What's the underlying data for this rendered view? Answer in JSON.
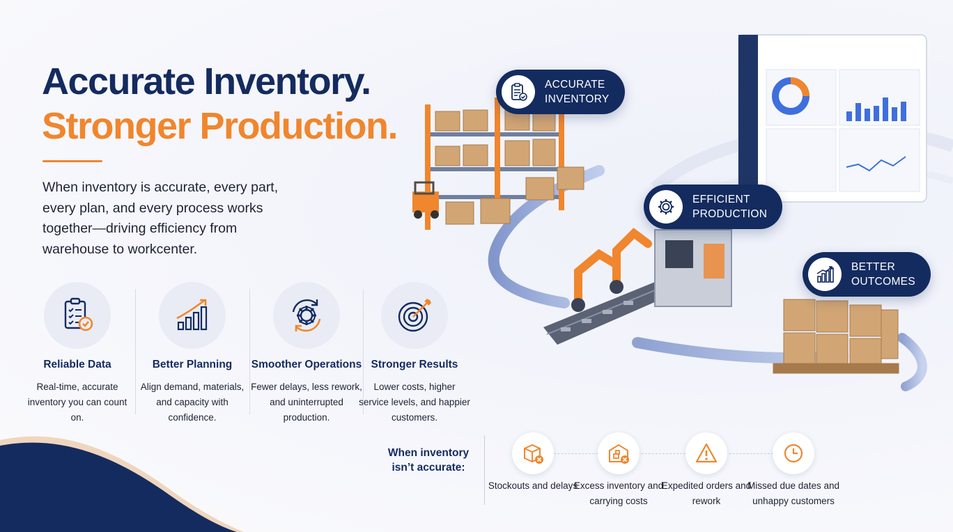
{
  "hero": {
    "title_line1": "Accurate Inventory.",
    "title_line2": "Stronger Production.",
    "body": "When inventory is accurate, every part, every plan, and every process works together—driving efficiency from warehouse to workcenter."
  },
  "benefits": [
    {
      "icon": "checklist-icon",
      "title": "Reliable Data",
      "desc": "Real-time, accurate inventory you can count on."
    },
    {
      "icon": "growth-chart-icon",
      "title": "Better Planning",
      "desc": "Align demand, materials, and capacity with confidence."
    },
    {
      "icon": "gear-cycle-icon",
      "title": "Smoother Operations",
      "desc": "Fewer delays, less rework, and uninterrupted production."
    },
    {
      "icon": "target-icon",
      "title": "Stronger Results",
      "desc": "Lower costs, higher service levels, and happier customers."
    }
  ],
  "inaccurate": {
    "label": "When inventory isn’t accurate:",
    "items": [
      {
        "icon": "box-x-icon",
        "desc": "Stockouts and delays"
      },
      {
        "icon": "warehouse-x-icon",
        "desc": "Excess inventory and carrying costs"
      },
      {
        "icon": "warning-icon",
        "desc": "Expedited orders and rework"
      },
      {
        "icon": "clock-icon",
        "desc": "Missed due dates and unhappy customers"
      }
    ]
  },
  "badges": [
    {
      "icon": "clipboard-check-icon",
      "line1": "ACCURATE",
      "line2": "INVENTORY"
    },
    {
      "icon": "gear-icon",
      "line1": "EFFICIENT",
      "line2": "PRODUCTION"
    },
    {
      "icon": "bar-chart-icon",
      "line1": "BETTER",
      "line2": "OUTCOMES"
    }
  ],
  "colors": {
    "navy": "#142b5f",
    "orange": "#f0862d",
    "circle_bg": "#e9ecf4"
  }
}
